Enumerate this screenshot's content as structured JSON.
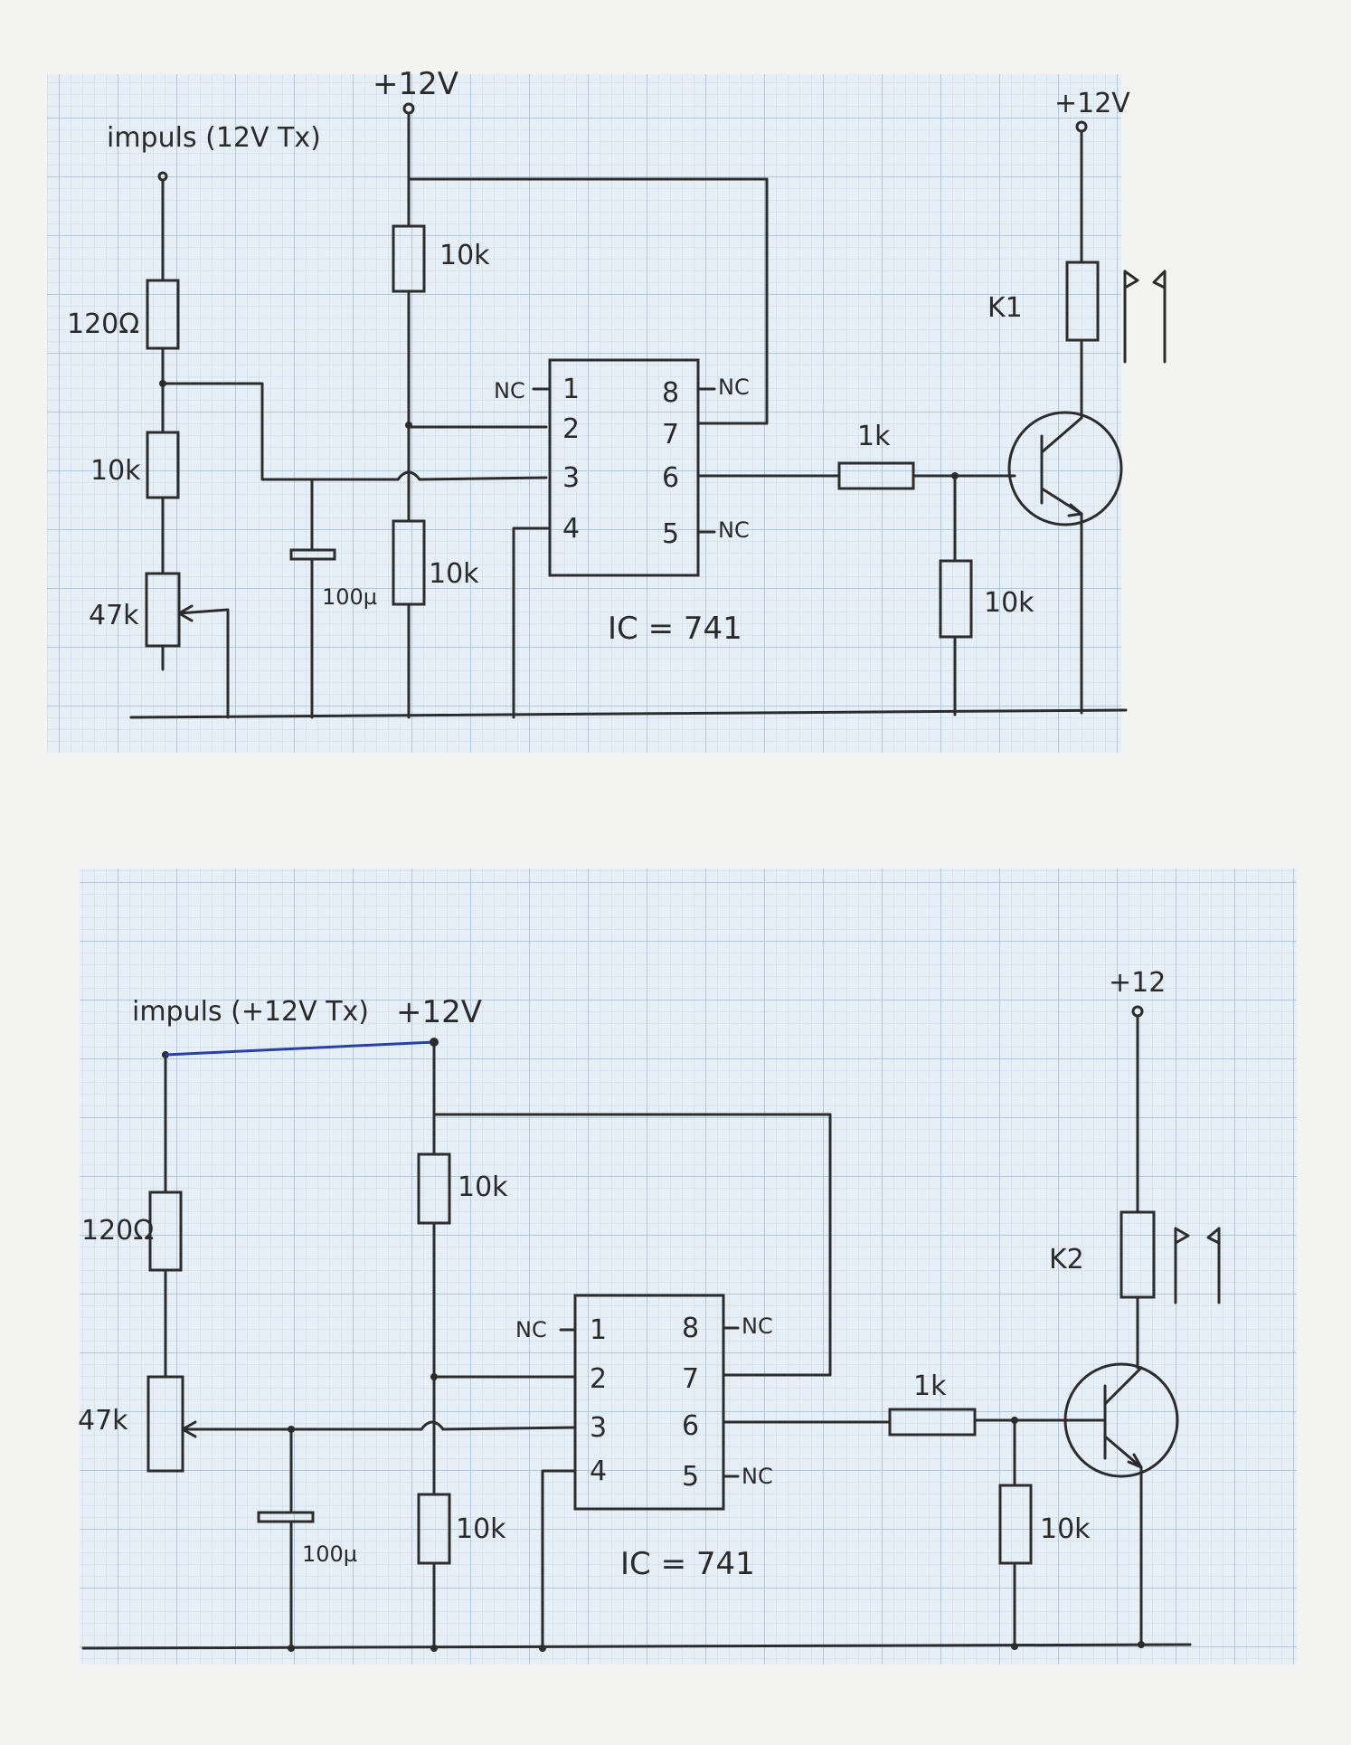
{
  "colors": {
    "paper": "#e6eef5",
    "grid_minor": "#bcd2e6",
    "grid_major": "#9dbad6",
    "ink": "#2c2c2c",
    "blue_ink": "#2a3fa8"
  },
  "circuits": [
    {
      "supply_label": "+12V",
      "input_label": "impuls (12V Tx)",
      "relay_supply_label": "+12V",
      "r_series": "120Ω",
      "r_divider": "10k",
      "pot": "47k",
      "cap": "100µ",
      "r_top": "10k",
      "r_bottom": "10k",
      "r_base": "1k",
      "r_pulldown": "10k",
      "relay": "K1",
      "ic_label": "IC = 741",
      "pins_left": [
        "1",
        "2",
        "3",
        "4"
      ],
      "pins_right": [
        "8",
        "7",
        "6",
        "5"
      ],
      "nc": "NC"
    },
    {
      "supply_label": "+12V",
      "input_label": "impuls (+12V Tx)",
      "relay_supply_label": "+12",
      "r_series": "120Ω",
      "pot": "47k",
      "cap": "100µ",
      "r_top": "10k",
      "r_bottom": "10k",
      "r_base": "1k",
      "r_pulldown": "10k",
      "relay": "K2",
      "ic_label": "IC = 741",
      "pins_left": [
        "1",
        "2",
        "3",
        "4"
      ],
      "pins_right": [
        "8",
        "7",
        "6",
        "5"
      ],
      "nc": "NC"
    }
  ]
}
